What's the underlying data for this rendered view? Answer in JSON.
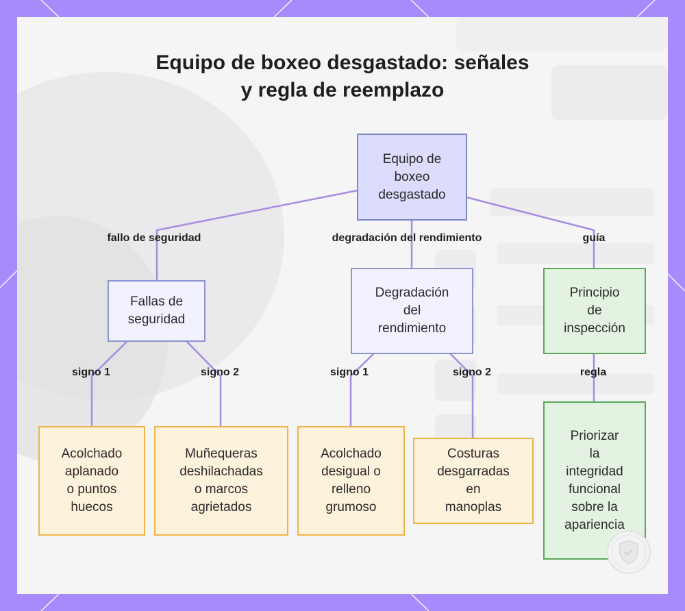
{
  "diagram": {
    "title_lines": [
      "Equipo de boxeo desgastado: señales",
      "y regla de reemplazo"
    ],
    "nodes": {
      "root": {
        "lines": [
          "Equipo de",
          "boxeo",
          "desgastado"
        ]
      },
      "safety": {
        "lines": [
          "Fallas de",
          "seguridad"
        ]
      },
      "performance": {
        "lines": [
          "Degradación",
          "del",
          "rendimiento"
        ]
      },
      "principle": {
        "lines": [
          "Principio",
          "de",
          "inspección"
        ]
      },
      "padding": {
        "lines": [
          "Acolchado",
          "aplanado",
          "o puntos",
          "huecos"
        ]
      },
      "wrist": {
        "lines": [
          "Muñequeras",
          "deshilachadas",
          "o marcos",
          "agrietados"
        ]
      },
      "uneven": {
        "lines": [
          "Acolchado",
          "desigual o",
          "relleno",
          "grumoso"
        ]
      },
      "seams": {
        "lines": [
          "Costuras",
          "desgarradas",
          "en",
          "manoplas"
        ]
      },
      "priority": {
        "lines": [
          "Priorizar",
          "la",
          "integridad",
          "funcional",
          "sobre la",
          "apariencia"
        ]
      }
    },
    "edge_labels": {
      "root_safety": "fallo de seguridad",
      "root_performance": "degradación del rendimiento",
      "root_principle": "guía",
      "safety_padding": "signo 1",
      "safety_wrist": "signo 2",
      "performance_uneven": "signo 1",
      "performance_seams": "signo 2",
      "principle_priority": "regla"
    }
  },
  "colors": {
    "frame": "#a78bfa",
    "edge": "#a78bdf",
    "root_fill": "#dcdcfd",
    "category_fill": "#f1f2fd",
    "principle_fill": "#e4f3e1",
    "sign_fill": "#fdf2db"
  }
}
